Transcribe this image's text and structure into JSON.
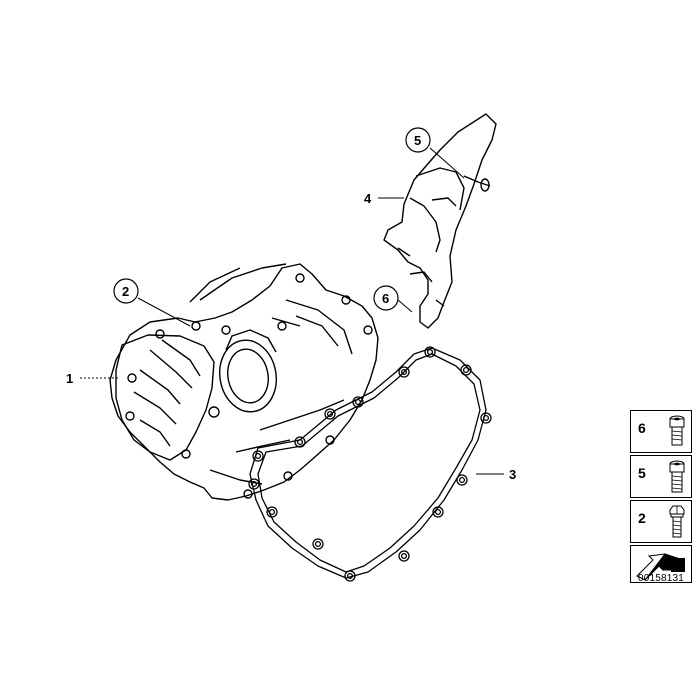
{
  "diagram": {
    "callouts": [
      {
        "id": "c1",
        "label": "1"
      },
      {
        "id": "c2",
        "label": "2"
      },
      {
        "id": "c3",
        "label": "3"
      },
      {
        "id": "c4",
        "label": "4"
      },
      {
        "id": "c5",
        "label": "5"
      },
      {
        "id": "c6",
        "label": "6"
      }
    ]
  },
  "legend": {
    "items": [
      {
        "label": "6",
        "icon": "socket-head-screw-icon"
      },
      {
        "label": "5",
        "icon": "socket-head-screw-icon"
      },
      {
        "label": "2",
        "icon": "hex-bolt-icon"
      }
    ],
    "nav_icon": "parts-arrow-icon"
  },
  "footer": {
    "doc_id": "00158131"
  }
}
